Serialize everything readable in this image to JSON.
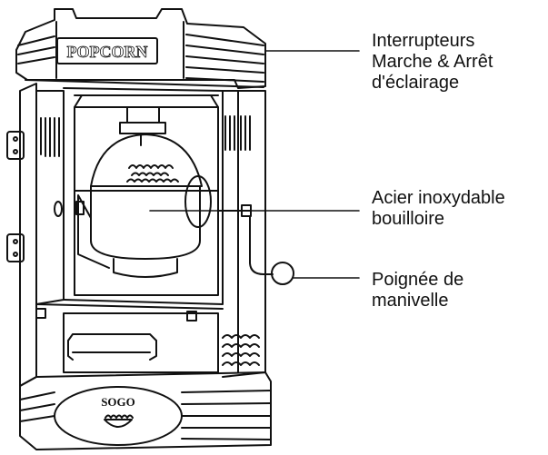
{
  "diagram": {
    "sign_text": "POPCORN",
    "brand_text": "SOGO",
    "callouts": [
      {
        "id": "switches",
        "lines": [
          "Interrupteurs",
          "Marche & Arrêt",
          "d'éclairage"
        ]
      },
      {
        "id": "kettle",
        "lines": [
          "Acier inoxydable",
          "bouilloire"
        ]
      },
      {
        "id": "crank",
        "lines": [
          "Poignée de",
          "manivelle"
        ]
      }
    ]
  },
  "colors": {
    "line": "#111111",
    "background": "#ffffff"
  }
}
